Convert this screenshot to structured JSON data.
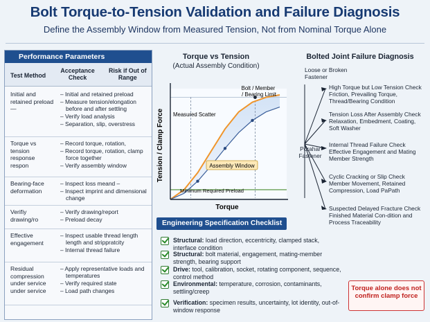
{
  "title": "Bolt Torque-to-Tension Validation and Failure Diagnosis",
  "subtitle": "Define the Assembly Window from Measured Tension, Not from Nominal Torque Alone",
  "performance": {
    "header": "Performance Parameters",
    "col_method": "Test Method",
    "col_accept": "Acceptance Check",
    "col_risk": "Risk if Out of Range",
    "rows": [
      {
        "label": "Initial and retained preload —",
        "checks": [
          "– Initial and retained preload",
          "– Measure tension/elongation before and after settling",
          "– Verify load analysis",
          "– Separation, slip, overstress"
        ]
      },
      {
        "label": "Torque vs tension response respon",
        "checks": [
          "– Record torque, rotation,",
          "– Record torque, rotation, clamp force together",
          "– Verify assembly window"
        ]
      },
      {
        "label": "Bearing-face deformation",
        "checks": [
          "– Inspect loss meand –",
          "– Inspect imprint and dimensional change"
        ]
      },
      {
        "label": "Verifiy drawing/ro",
        "checks": [
          "– Verify drawing/report",
          "– Preload decay"
        ]
      },
      {
        "label": "Effective engagement",
        "checks": [
          "– Inspect usable thread length length and strippratcity",
          "– Internal thread failure"
        ]
      },
      {
        "label": "Residual compression under service under service",
        "checks": [
          "– Apply representative loads and temperatures",
          "– Verify required state",
          "– Load path changes"
        ]
      }
    ]
  },
  "chart": {
    "title": "Torque vs Tension",
    "subtitle": "(Actual Assembly Condition)",
    "ylabel": "Tension / Clamp Force",
    "xlabel": "Torque",
    "annot_limit": "Bolt / Member / Bearing Limit",
    "annot_scatter": "Measured Scatter",
    "annot_window": "Assembly Window",
    "annot_min": "Minimum Required Preload"
  },
  "chart_data": {
    "type": "line",
    "title": "Torque vs Tension",
    "xlabel": "Torque",
    "ylabel": "Tension / Clamp Force",
    "series": [
      {
        "values": [
          0,
          0.08,
          0.22,
          0.4,
          0.58,
          0.72,
          0.8,
          0.84,
          0.86
        ]
      },
      {
        "values": [
          0,
          0.05,
          0.15,
          0.28,
          0.42,
          0.55,
          0.65,
          0.72,
          0.76
        ]
      }
    ],
    "x": [
      0,
      0.1,
      0.2,
      0.3,
      0.4,
      0.5,
      0.6,
      0.7,
      0.8
    ],
    "reference_lines": {
      "upper_limit": 0.84,
      "minimum_preload": 0.08
    },
    "grid": false
  },
  "tree": {
    "title": "Bolted Joint Failure Diagnosis",
    "root_top": "Loose or Broken Fastener",
    "root_bottom": "Porahar Fastener",
    "causes": [
      "High Torque but Low Tension Check Friction, Prevailing Torque, Thread/Bearing Condition",
      "Tension Loss After Assembly Check Relaxation, Embedment, Coating, Soft Washer",
      "Internal Thread Failure Check Effective Engagement and Mating Member Strength",
      "Cyclic Cracking or Slip Check Member Movement, Retained Compression, Load PaPath",
      "Suspected Delayed Fracture Check Finished Material Con-dition and Process Traceability"
    ]
  },
  "checklist": {
    "header": "Engineering Specification Checklist",
    "items": [
      {
        "key": "Structural:",
        "text": " load direction, eccentricity, clamped stack, interface condition"
      },
      {
        "key": "Structural:",
        "text": " bolt material, engagement, mating-member strength, bearing support"
      },
      {
        "key": "Drive:",
        "text": " tool, calibration, socket, rotating component, sequence, control method"
      },
      {
        "key": "Environmental:",
        "text": " temperature, corrosion, contaminants, settling/creep"
      },
      {
        "key": "Verification:",
        "text": " specimen results, uncertainty, lot identity, out-of-window response"
      }
    ]
  },
  "warning": "Torque alone does not confirm clamp force",
  "colors": {
    "accent": "#1f4f8f",
    "curve": "#f0952b",
    "warn": "#c0201d",
    "check": "#2a8a2a"
  }
}
